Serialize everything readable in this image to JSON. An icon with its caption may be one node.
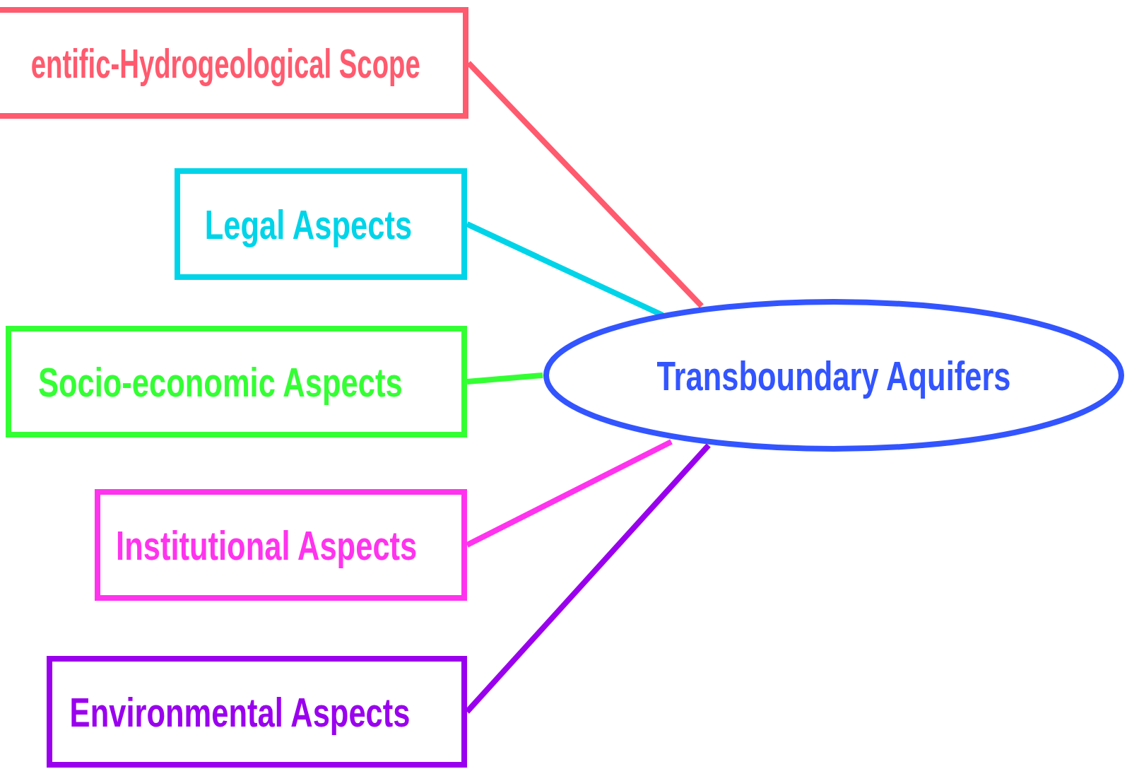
{
  "diagram": {
    "nodes": [
      {
        "text": [
          "entific-Hydrogeological Scope"
        ]
      },
      {
        "text": [
          "Legal Aspects"
        ]
      },
      {
        "text": [
          "Socio-economic Aspects"
        ]
      },
      {
        "text": [
          "Institutional Aspects"
        ]
      },
      {
        "text": [
          "Environmental Aspects"
        ]
      },
      {
        "text": [
          "Transboundary Aquifers"
        ]
      }
    ],
    "edges": [
      {
        "from": 0,
        "to": 5,
        "arrow": "none",
        "color": "#ff5a6e"
      },
      {
        "from": 1,
        "to": 5,
        "arrow": "none",
        "color": "#00d4e8"
      },
      {
        "from": 2,
        "to": 5,
        "arrow": "none",
        "color": "#33ff33"
      },
      {
        "from": 3,
        "to": 5,
        "arrow": "none",
        "color": "#ff33ee"
      },
      {
        "from": 4,
        "to": 5,
        "arrow": "none",
        "color": "#9900ee"
      }
    ]
  }
}
